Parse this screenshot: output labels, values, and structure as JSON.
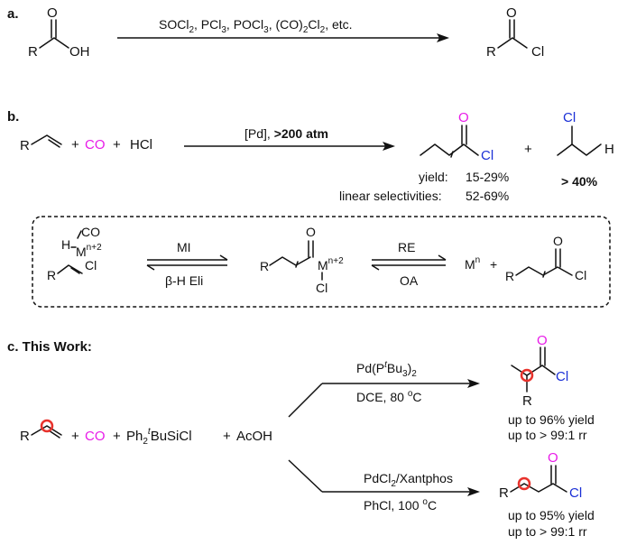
{
  "colors": {
    "oxygen_highlight": "#e81be8",
    "chlorine_highlight": "#1a2fd6",
    "site_marker": "#e8322c"
  },
  "section_a": {
    "label": "a.",
    "reagents": "SOCl2, PCl3, POCl3, (CO)2Cl2, etc.",
    "reactant_atoms": {
      "r": "R",
      "o": "O",
      "oh": "OH"
    },
    "product_atoms": {
      "r": "R",
      "o": "O",
      "cl": "Cl"
    }
  },
  "section_b": {
    "label": "b.",
    "reactant_r": "R",
    "plus1": "+",
    "co": "CO",
    "plus2": "+",
    "hcl": "HCl",
    "conditions_pre": "[Pd], ",
    "conditions_bold": ">200 atm",
    "product_atoms": {
      "o": "O",
      "cl": "Cl"
    },
    "plus3": "+",
    "side_product_atoms": {
      "cl": "Cl",
      "h": "H"
    },
    "yield_label": "yield:",
    "yield_value": "15-29%",
    "selectivity_label": "linear selectivities:",
    "selectivity_value": "52-69%",
    "side_yield": "> 40%"
  },
  "mechanism": {
    "complex1": {
      "h": "H",
      "co": "CO",
      "m": "M",
      "ox": "n+2",
      "cl": "Cl",
      "r": "R"
    },
    "step1_forward": "MI",
    "step1_reverse": "β-H Eli",
    "complex2": {
      "r": "R",
      "o": "O",
      "m": "M",
      "ox": "n+2",
      "cl": "Cl"
    },
    "step2_forward": "RE",
    "step2_reverse": "OA",
    "product": {
      "m": "M",
      "ox": "n",
      "plus": "+",
      "r": "R",
      "o": "O",
      "cl": "Cl"
    }
  },
  "section_c": {
    "label": "c. This Work:",
    "reactant_r": "R",
    "plus1": "+",
    "co": "CO",
    "plus2": "+",
    "silane_pre": "Ph",
    "silane_sub1": "2",
    "silane_sup": "t",
    "silane_post": "BuSiCl",
    "plus3": "+",
    "acid": "AcOH",
    "upper": {
      "catalyst_pre": "Pd(P",
      "catalyst_sup": "t",
      "catalyst_mid": "Bu",
      "catalyst_sub": "3",
      "catalyst_post": ")",
      "catalyst_sub2": "2",
      "solvent_pre": "DCE, 80 ",
      "solvent_deg": "o",
      "solvent_unit": "C",
      "product_atoms": {
        "o": "O",
        "cl": "Cl",
        "r": "R"
      },
      "yield": "up to 96% yield",
      "rr": "up to > 99:1 rr"
    },
    "lower": {
      "catalyst_pre": "PdCl",
      "catalyst_sub": "2",
      "catalyst_post": "/Xantphos",
      "solvent_pre": "PhCl, 100 ",
      "solvent_deg": "o",
      "solvent_unit": "C",
      "product_atoms": {
        "r": "R",
        "o": "O",
        "cl": "Cl"
      },
      "yield": "up to 95% yield",
      "rr": "up to > 99:1 rr"
    }
  }
}
